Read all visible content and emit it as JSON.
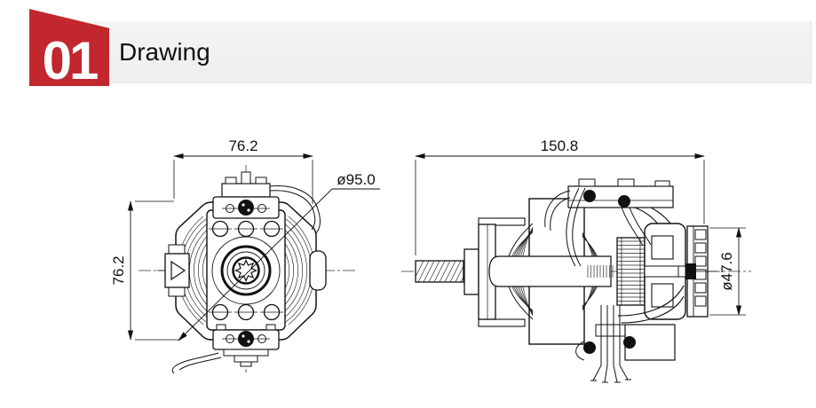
{
  "header": {
    "section_number": "01",
    "title": "Drawing",
    "accent_color": "#c1272d",
    "band_color": "#f0f0f0"
  },
  "drawing": {
    "line_color": "#111111",
    "front_view": {
      "description": "motor front view",
      "top_width": "76.2",
      "left_height": "76.2",
      "housing_diameter": "ø95.0"
    },
    "side_view": {
      "description": "motor side view",
      "overall_length": "150.8",
      "fan_diameter": "ø47.6"
    }
  }
}
